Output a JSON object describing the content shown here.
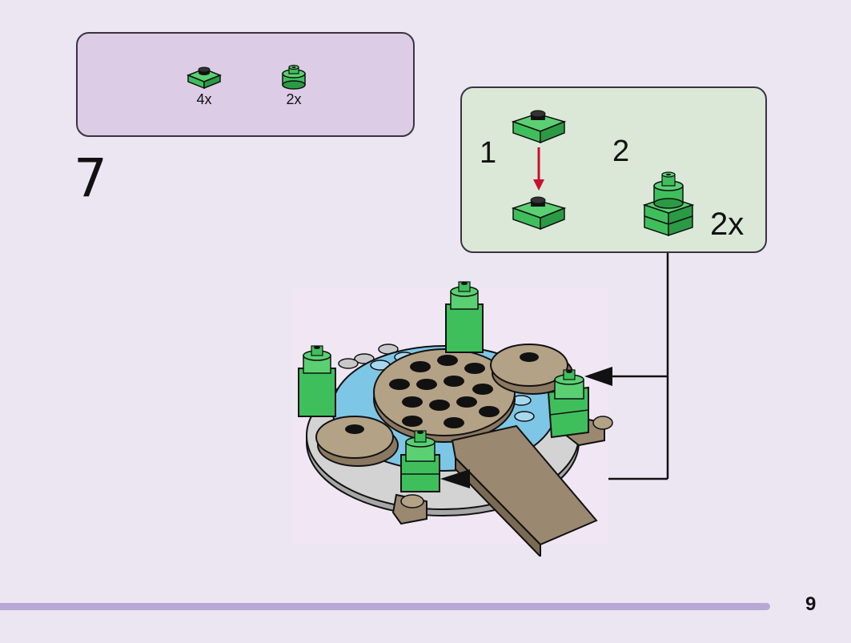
{
  "parts_list": {
    "items": [
      {
        "name": "green-plate-1x1-round-stud-icon",
        "qty": "4x",
        "color": "#3fbf5c"
      },
      {
        "name": "green-round-brick-1x1-icon",
        "qty": "2x",
        "color": "#3fbf5c"
      }
    ]
  },
  "step": {
    "number": "7"
  },
  "sub_assembly": {
    "steps": [
      {
        "number": "1"
      },
      {
        "number": "2"
      }
    ],
    "qty": "2x"
  },
  "colors": {
    "brick_green": "#3fbf5c",
    "brick_green_dark": "#2b9a45",
    "arrow_red": "#c8102e",
    "water_blue": "#7ec6e6",
    "tan": "#9a8870",
    "light_gray": "#cfcfcf"
  },
  "footer": {
    "page_number": "9"
  }
}
